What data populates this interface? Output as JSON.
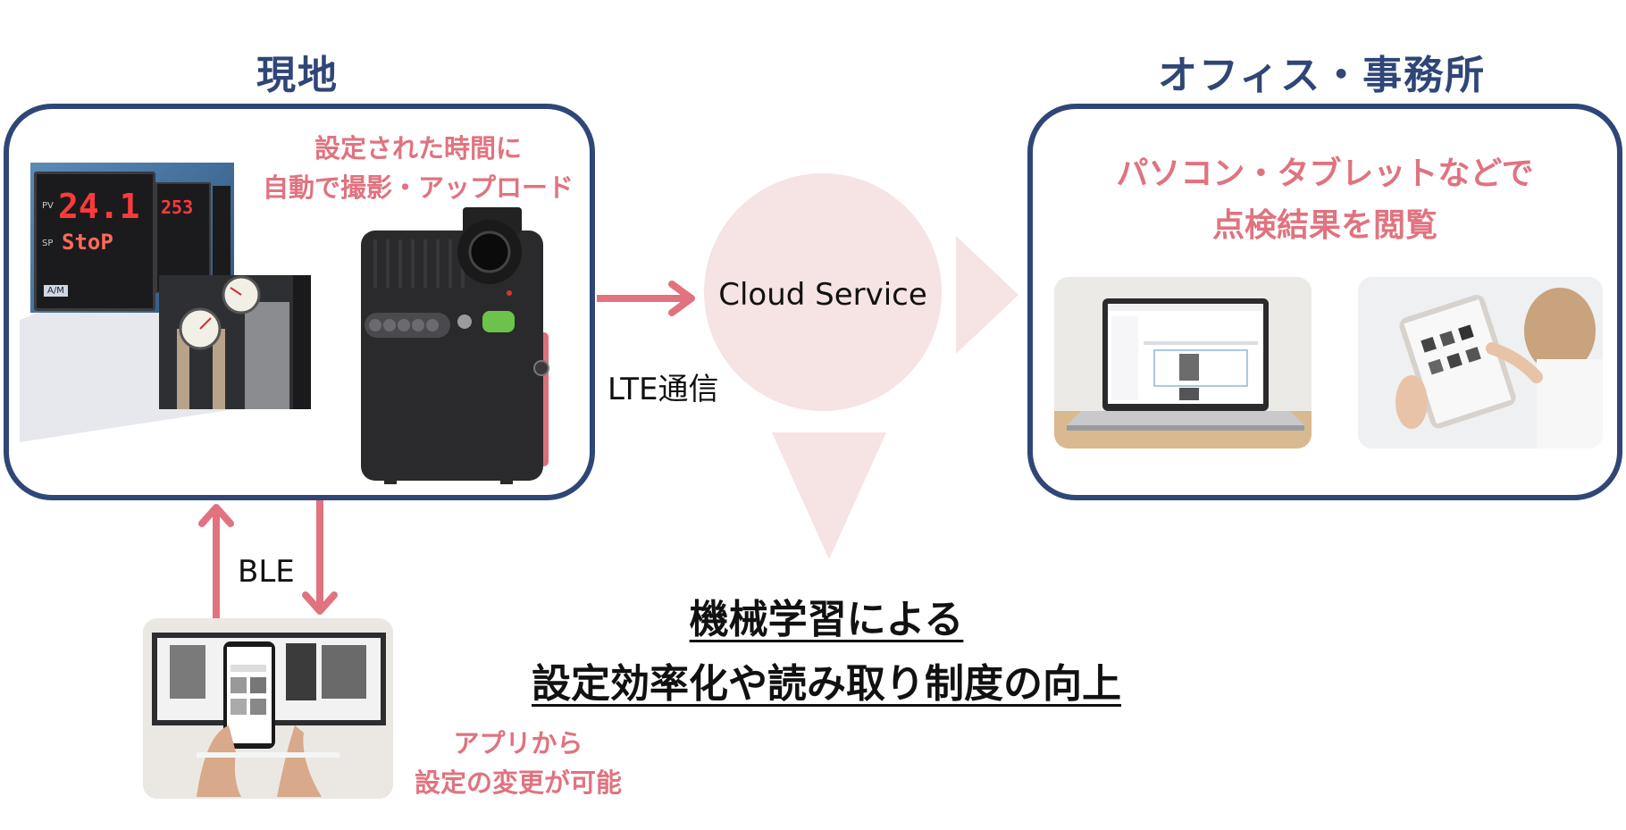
{
  "onsite": {
    "title": "現地",
    "caption": [
      "設定された時間に",
      "自動で撮影・アップロード"
    ],
    "controller_pv": "24.1",
    "controller_sp": "StoP",
    "controller2_value": "253",
    "controller_badge": "A/M",
    "pv_label": "PV",
    "sp_label": "SP"
  },
  "office": {
    "title": "オフィス・事務所",
    "caption": [
      "パソコン・タブレットなどで",
      "点検結果を閲覧"
    ]
  },
  "cloud": {
    "label": "Cloud Service"
  },
  "links": {
    "lte": "LTE通信",
    "ble": "BLE"
  },
  "app": {
    "caption": [
      "アプリから",
      "設定の変更が可能"
    ]
  },
  "ml": {
    "lines": [
      "機械学習による",
      "設定効率化や読み取り制度の向上"
    ]
  },
  "colors": {
    "navy": "#2f4677",
    "pink": "#e0737f",
    "pale_pink": "#f6e3e3",
    "green_button": "#6cc24a"
  }
}
